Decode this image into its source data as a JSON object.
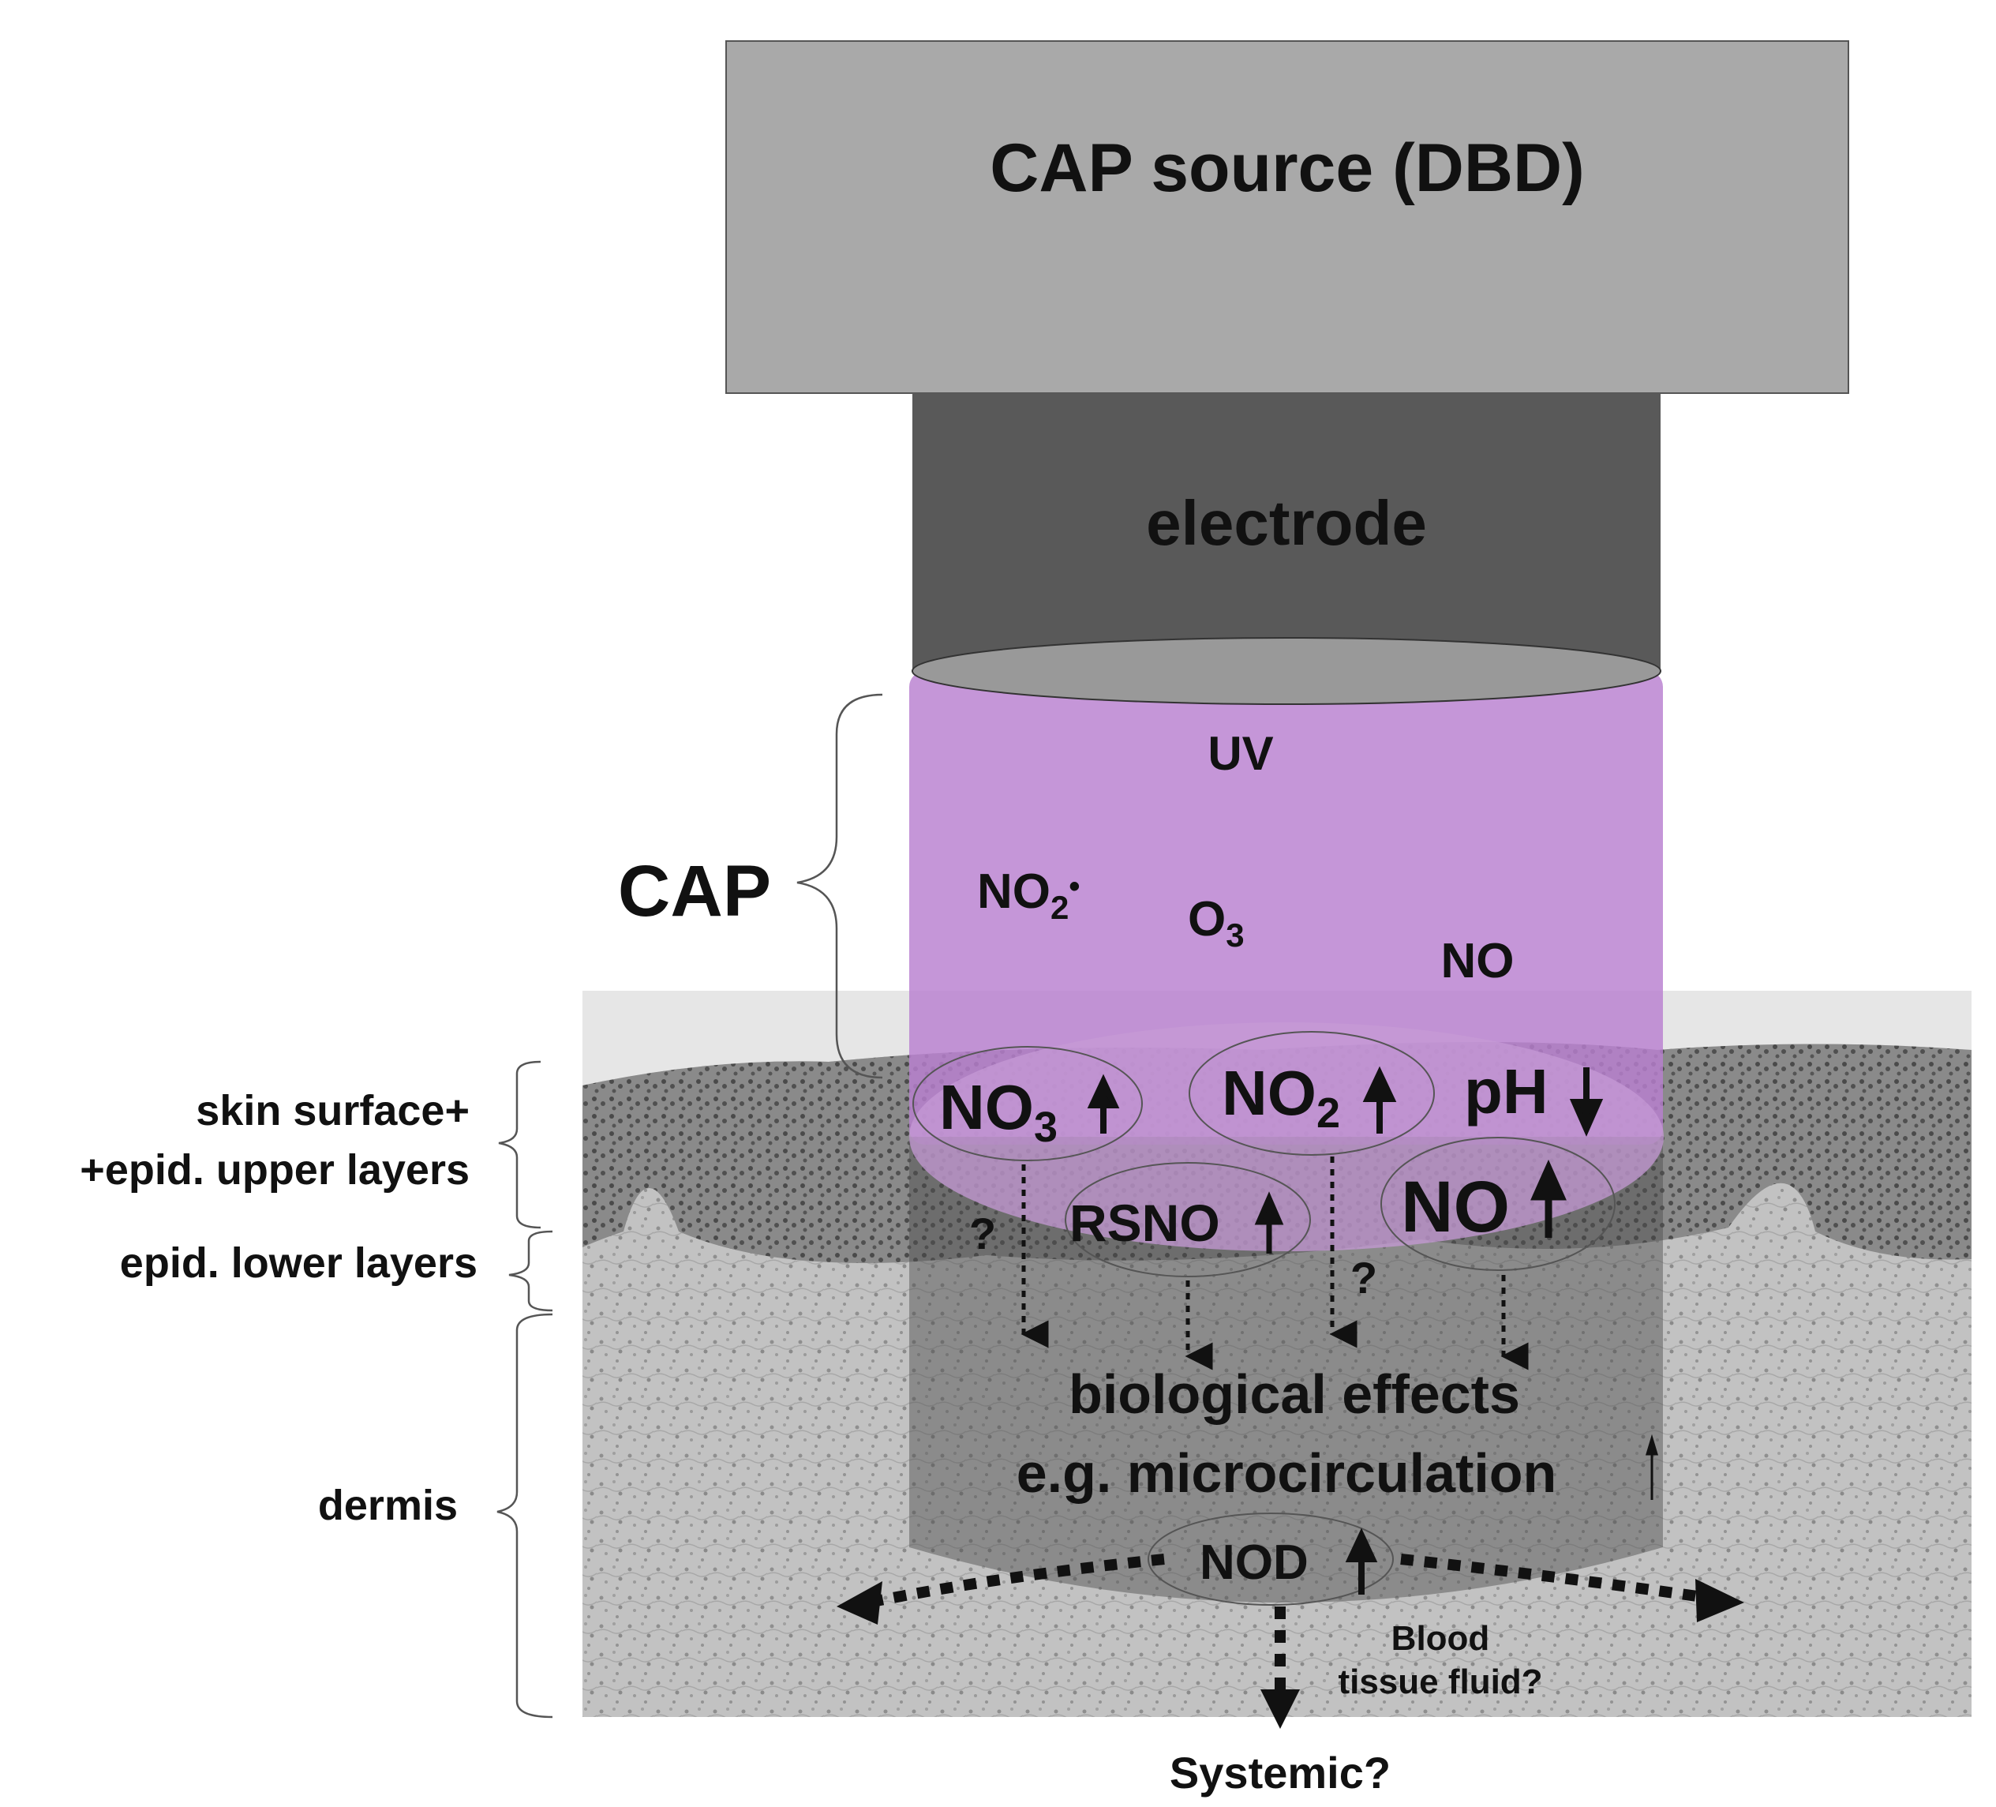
{
  "source": {
    "label": "CAP source (DBD)",
    "color": "#a9a9a9"
  },
  "electrode": {
    "label": "electrode",
    "color": "#595959"
  },
  "plasma": {
    "label": "CAP",
    "color": "#b87fd0",
    "species": {
      "uv": "UV",
      "no2_radical": "NO",
      "no2_radical_sub": "2",
      "radical_dot": "•",
      "o3": "O",
      "o3_sub": "3",
      "no": "NO"
    }
  },
  "layers": {
    "skin_surface_1": "skin surface+",
    "skin_surface_2": "+epid. upper layers",
    "epid_lower": "epid. lower layers",
    "dermis": "dermis"
  },
  "surface_species": {
    "no3": "NO",
    "no3_sub": "3",
    "no2": "NO",
    "no2_sub": "2",
    "ph": "pH",
    "rsno": "RSNO",
    "no": "NO",
    "question": "?"
  },
  "effects": {
    "line1": "biological effects",
    "line2": "e.g. microcirculation"
  },
  "nod": {
    "label": "NOD"
  },
  "blood": {
    "line1": "Blood",
    "line2": "tissue fluid?"
  },
  "systemic": {
    "label": "Systemic?"
  }
}
